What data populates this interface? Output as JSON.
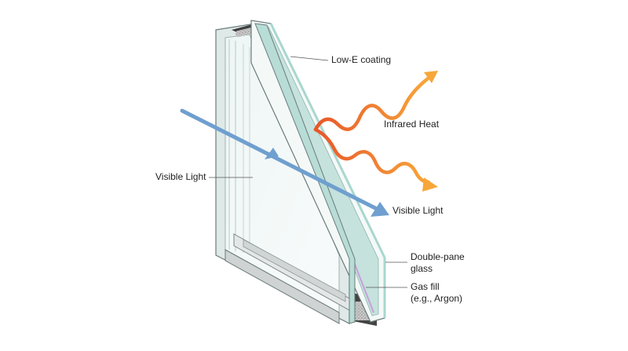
{
  "labels": {
    "low_e_coating": "Low-E coating",
    "infrared_heat": "Infrared Heat",
    "visible_light_in": "Visible Light",
    "visible_light_out": "Visible Light",
    "double_pane_line1": "Double-pane",
    "double_pane_line2": "glass",
    "gas_fill_line1": "Gas fill",
    "gas_fill_line2": "(e.g., Argon)"
  },
  "colors": {
    "visible_light_arrow": "#6f9fcf",
    "infrared_arrow_start": "#e8562a",
    "infrared_arrow_end": "#f7a63a",
    "glass_edge": "#a9d7cf",
    "frame_gray": "#d9dcdc",
    "spacer_dark": "#4a4a4a"
  }
}
